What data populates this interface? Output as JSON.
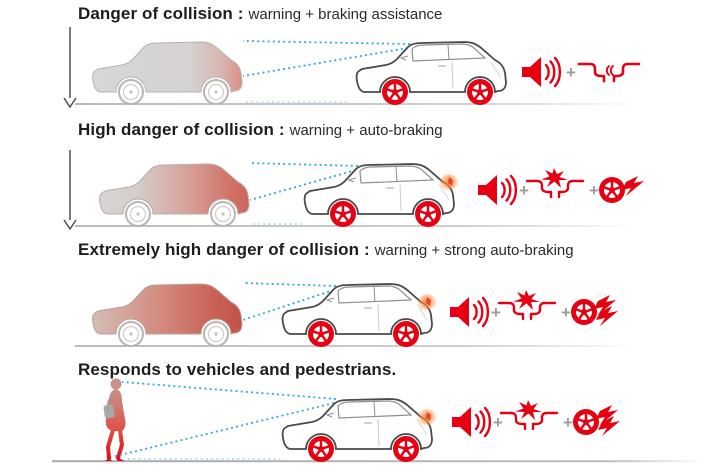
{
  "plus": "+",
  "colors": {
    "accent_red": "#e60012",
    "beam_blue": "#2aabe2",
    "title_text": "#1d1d1d",
    "plus_gray": "#9c9c9c",
    "lead_car_gray": "#d6d4d3",
    "danger_red": "#c94f47"
  },
  "rows": [
    {
      "title_bold": "Danger of collision :",
      "title_rest": "warning + braking assistance",
      "icons": [
        "warning-sound",
        "collision-proximity"
      ]
    },
    {
      "title_bold": "High danger of collision :",
      "title_rest": "warning + auto-braking",
      "icons": [
        "warning-sound",
        "collision",
        "auto-braking"
      ]
    },
    {
      "title_bold": "Extremely high danger of collision :",
      "title_rest": "warning + strong auto-braking",
      "icons": [
        "warning-sound",
        "collision",
        "strong-auto-braking"
      ]
    },
    {
      "title_bold": "Responds to vehicles and pedestrians.",
      "title_rest": "",
      "icons": [
        "warning-sound",
        "collision",
        "strong-auto-braking"
      ]
    }
  ]
}
